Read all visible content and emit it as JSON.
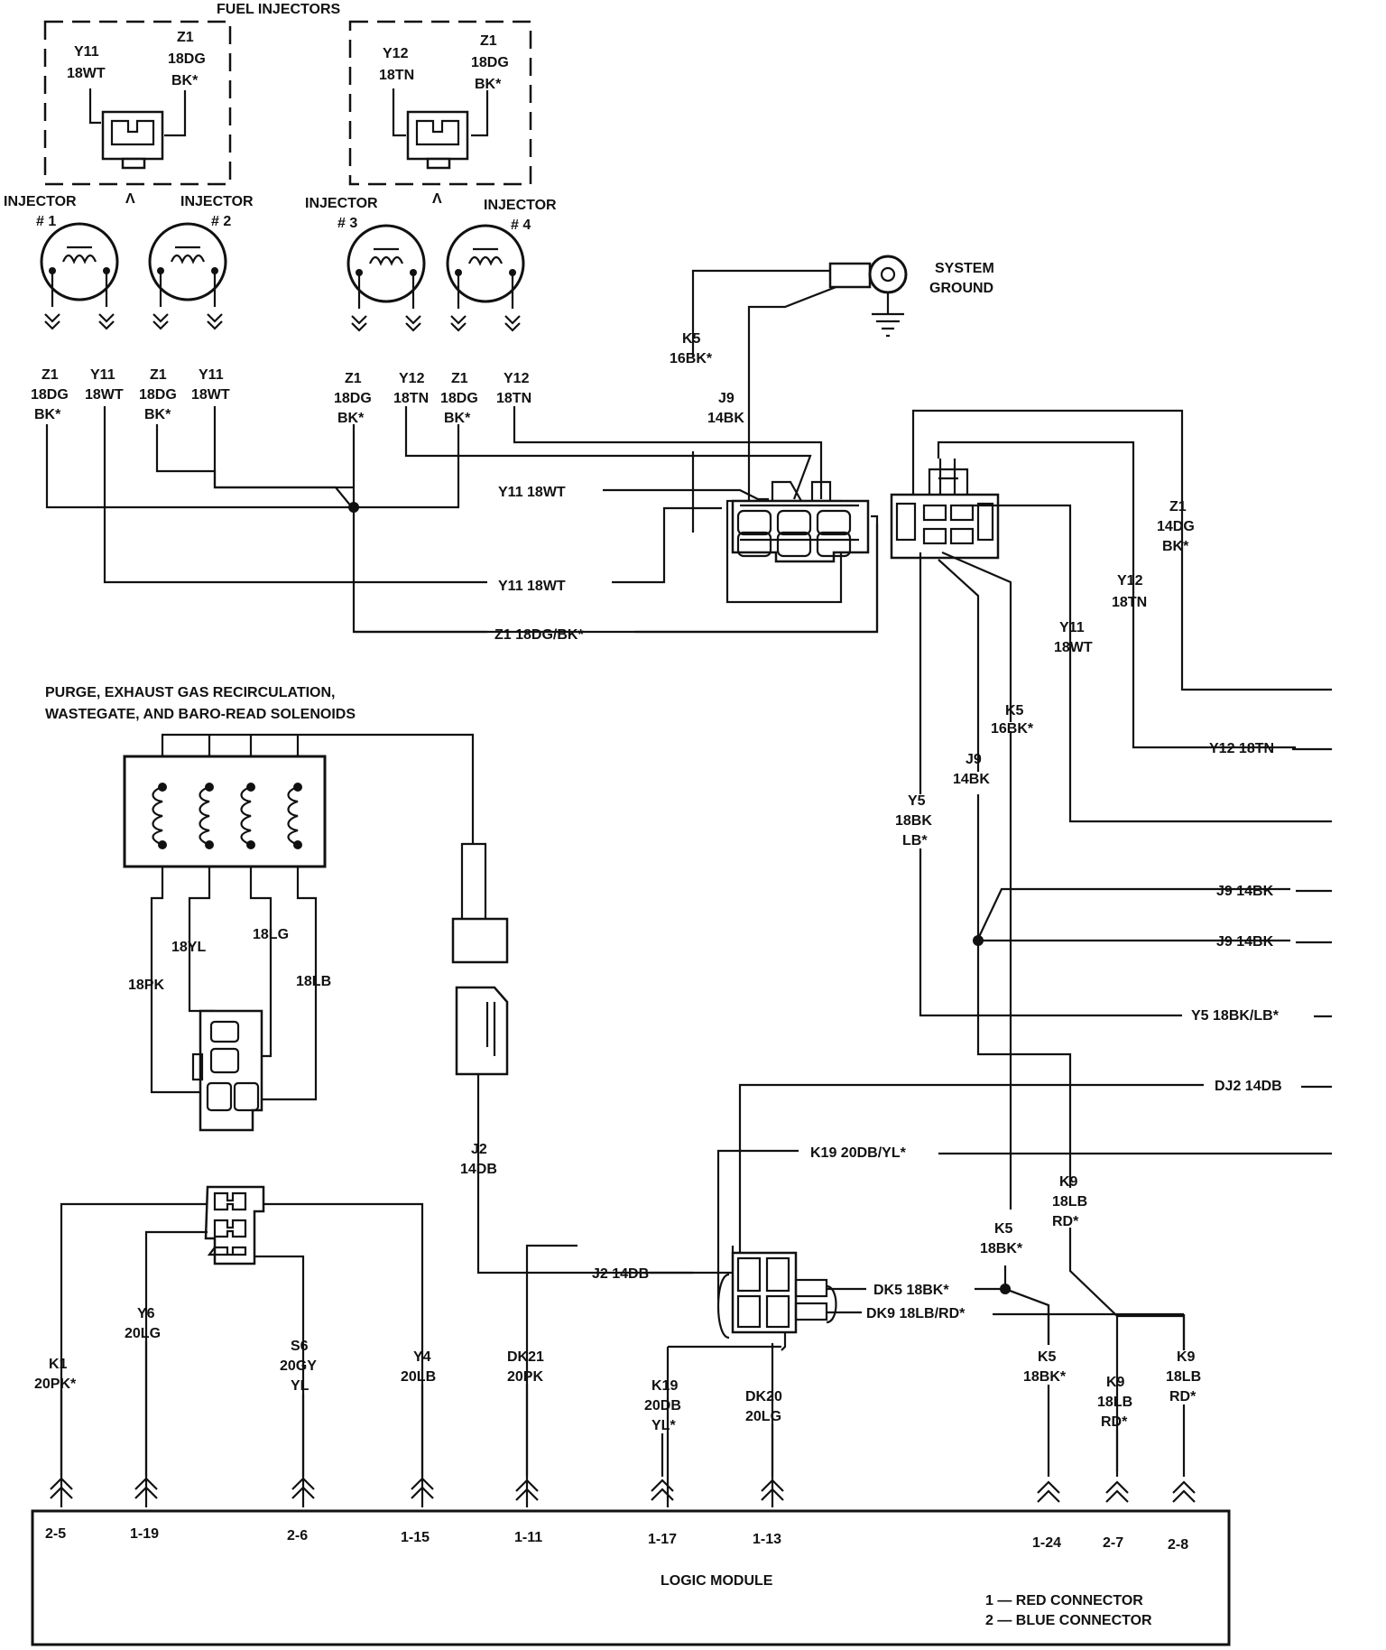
{
  "titles": {
    "fuel_injectors": "FUEL INJECTORS",
    "solenoids_line1": "PURGE, EXHAUST GAS RECIRCULATION,",
    "solenoids_line2": "WASTEGATE, AND BARO-READ SOLENOIDS",
    "system_ground_line1": "SYSTEM",
    "system_ground_line2": "GROUND",
    "logic_module": "LOGIC MODULE"
  },
  "injector_connectors": {
    "left": {
      "wire_a": [
        "Y11",
        "18WT"
      ],
      "wire_b": [
        "Z1",
        "18DG",
        "BK*"
      ]
    },
    "right": {
      "wire_a": [
        "Y12",
        "18TN"
      ],
      "wire_b": [
        "Z1",
        "18DG",
        "BK*"
      ]
    }
  },
  "injectors": [
    {
      "label": "INJECTOR",
      "number": "# 1"
    },
    {
      "label": "INJECTOR",
      "number": "# 2"
    },
    {
      "label": "INJECTOR",
      "number": "# 3"
    },
    {
      "label": "INJECTOR",
      "number": "# 4"
    }
  ],
  "injector_wires": [
    [
      "Z1",
      "18DG",
      "BK*"
    ],
    [
      "Y11",
      "18WT"
    ],
    [
      "Z1",
      "18DG",
      "BK*"
    ],
    [
      "Y11",
      "18WT"
    ],
    [
      "Z1",
      "18DG",
      "BK*"
    ],
    [
      "Y12",
      "18TN"
    ],
    [
      "Z1",
      "18DG",
      "BK*"
    ],
    [
      "Y12",
      "18TN"
    ]
  ],
  "harness_labels": {
    "y11_top": "Y11 18WT",
    "y11_bottom": "Y11 18WT",
    "z1_bottom": "Z1 18DG/BK*",
    "k5_ground": [
      "K5",
      "16BK*"
    ],
    "j9_ground": [
      "J9",
      "14BK"
    ]
  },
  "right_wires": {
    "z1": [
      "Z1",
      "14DG",
      "BK*"
    ],
    "y12": [
      "Y12",
      "18TN"
    ],
    "y11": [
      "Y11",
      "18WT"
    ],
    "k5": [
      "K5",
      "16BK*"
    ],
    "j9": [
      "J9",
      "14BK"
    ],
    "y5": [
      "Y5",
      "18BK",
      "LB*"
    ]
  },
  "right_edge_labels": [
    "Y12 18TN",
    "J9 14BK",
    "J9 14BK",
    "Y5 18BK/LB*",
    "DJ2 14DB",
    "K19 20DB/YL*"
  ],
  "solenoid_wires": {
    "pk": "18PK",
    "yl": "18YL",
    "lg": "18LG",
    "lb": "18LB"
  },
  "j2_wire": [
    "J2",
    "14DB"
  ],
  "lower_labels": {
    "j2_link": "J2 14DB",
    "dk5": "DK5 18BK*",
    "dk9": "DK9 18LB/RD*",
    "k9_upper": [
      "K9",
      "18LB",
      "RD*"
    ],
    "k5_mid": [
      "K5",
      "18BK*"
    ]
  },
  "module_wires": [
    {
      "lines": [
        "K1",
        "20PK*"
      ],
      "pin": "2-5"
    },
    {
      "lines": [
        "Y6",
        "20LG"
      ],
      "pin": "1-19"
    },
    {
      "lines": [
        "S6",
        "20GY",
        "YL"
      ],
      "pin": "2-6"
    },
    {
      "lines": [
        "Y4",
        "20LB"
      ],
      "pin": "1-15"
    },
    {
      "lines": [
        "DK21",
        "20PK"
      ],
      "pin": "1-11"
    },
    {
      "lines": [
        "K19",
        "20DB",
        "YL*"
      ],
      "pin": "1-17"
    },
    {
      "lines": [
        "DK20",
        "20LG"
      ],
      "pin": "1-13"
    },
    {
      "lines": [
        "K5",
        "18BK*"
      ],
      "pin": "1-24"
    },
    {
      "lines": [
        "K9",
        "18LB",
        "RD*"
      ],
      "pin": "2-7"
    },
    {
      "lines": [
        "K9",
        "18LB",
        "RD*"
      ],
      "pin": "2-8"
    }
  ],
  "legend": {
    "red": "1 — RED CONNECTOR",
    "blue": "2 — BLUE CONNECTOR"
  }
}
